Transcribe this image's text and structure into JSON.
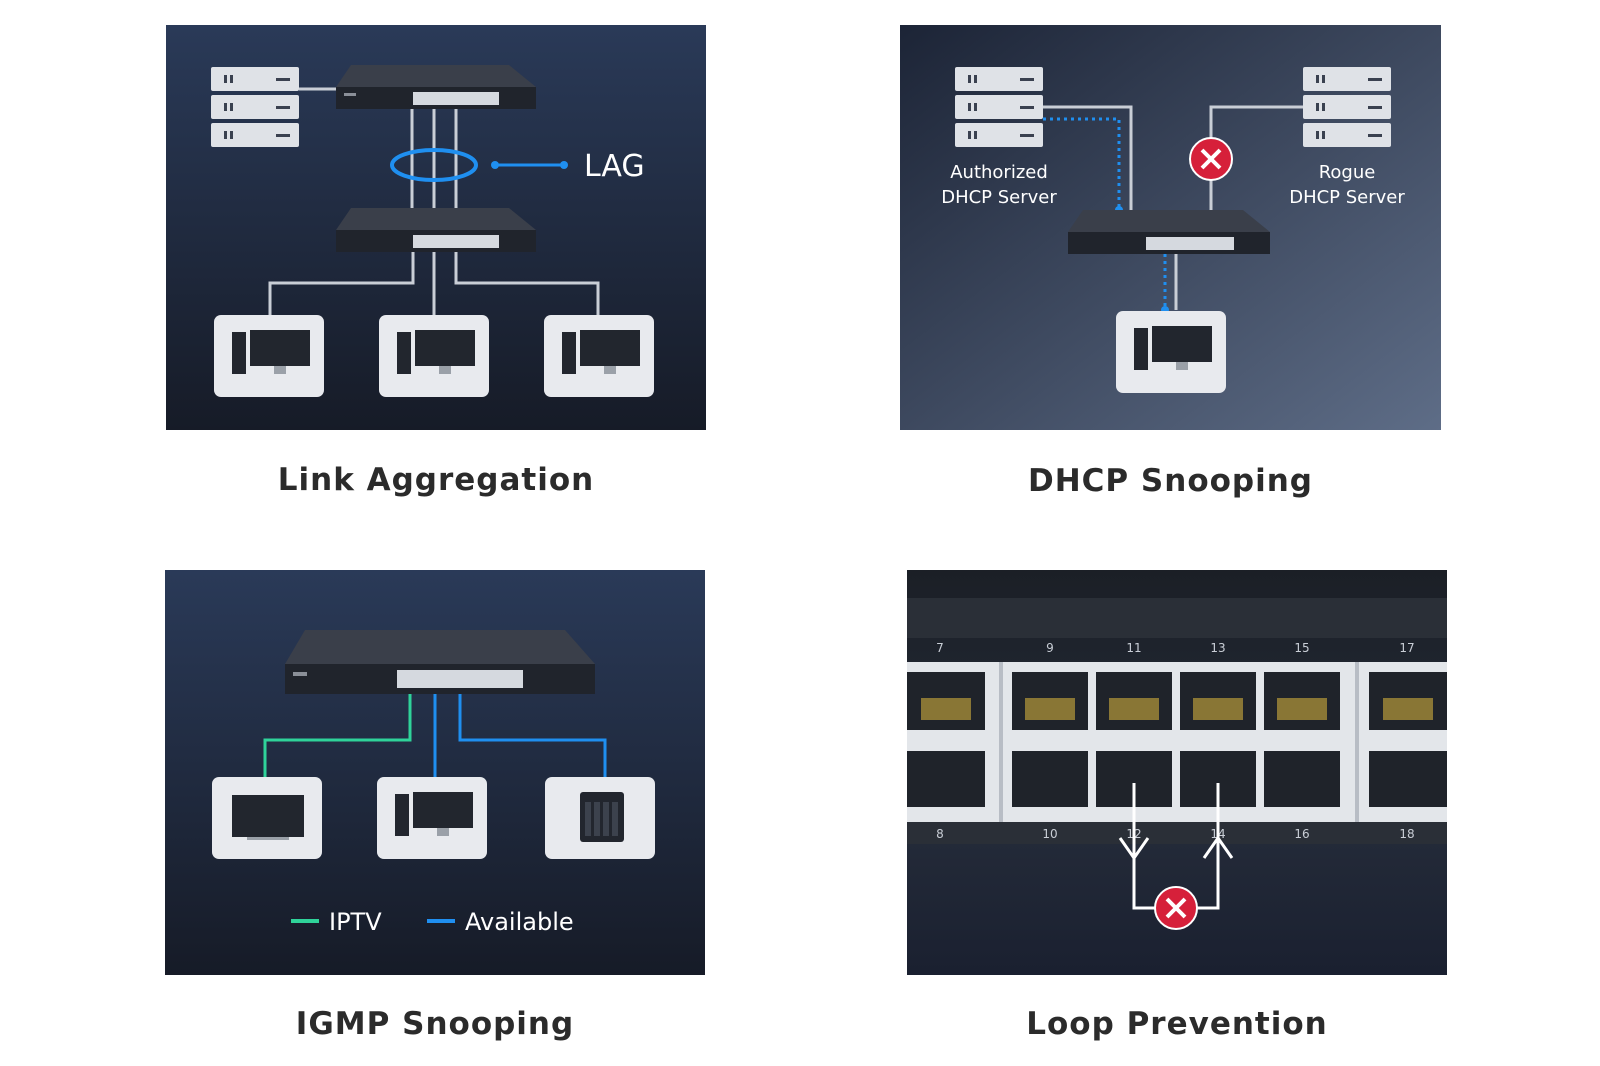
{
  "features": [
    {
      "caption": "Link Aggregation",
      "labels": {
        "lag": "LAG"
      }
    },
    {
      "caption": "DHCP Snooping",
      "labels": {
        "authorized_line1": "Authorized",
        "authorized_line2": "DHCP Server",
        "rogue_line1": "Rogue",
        "rogue_line2": "DHCP Server"
      }
    },
    {
      "caption": "IGMP Snooping",
      "legend": [
        {
          "label": "IPTV",
          "color": "#2fd39a"
        },
        {
          "label": "Available",
          "color": "#1f8ff0"
        }
      ]
    },
    {
      "caption": "Loop Prevention",
      "port_numbers_top": [
        "7",
        "9",
        "11",
        "13",
        "15",
        "17"
      ],
      "port_numbers_bottom": [
        "8",
        "10",
        "12",
        "14",
        "16",
        "18"
      ]
    }
  ],
  "colors": {
    "panel_dark": "#1d2535",
    "accent_blue": "#1f8ff0",
    "alert_red": "#d6203a"
  }
}
